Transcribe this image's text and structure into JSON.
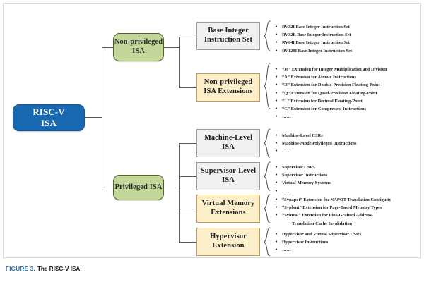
{
  "figure": {
    "number_label": "FIGURE 3.",
    "caption": "The RISC-V ISA."
  },
  "colors": {
    "root_fill": "#1768B0",
    "green_fill": "#C4D79B",
    "green_border": "#4F6228",
    "grey_fill": "#F0F0F0",
    "grey_border": "#9A9A9A",
    "cream_fill": "#FCEFC9",
    "cream_border": "#BF9B55",
    "connector": "#5A5A5A",
    "caption_accent": "#2E6DA4"
  },
  "nodes": {
    "root": {
      "line1": "RISC-V",
      "line2": "ISA"
    },
    "nonprivileged": {
      "line1": "Non-privileged",
      "line2": "ISA"
    },
    "privileged": {
      "line1": "Privileged ISA",
      "line2": ""
    },
    "base_integer": {
      "line1": "Base Integer",
      "line2": "Instruction Set"
    },
    "nonpriv_ext": {
      "line1": "Non-privileged",
      "line2": "ISA Extensions"
    },
    "machine_level": {
      "line1": "Machine-Level",
      "line2": "ISA"
    },
    "supervisor_level": {
      "line1": "Supervisor-Level",
      "line2": "ISA"
    },
    "virtual_memory": {
      "line1": "Virtual Memory",
      "line2": "Extensions"
    },
    "hypervisor": {
      "line1": "Hypervisor",
      "line2": "Extension"
    }
  },
  "lists": {
    "base_integer": [
      {
        "text": "RV32I Base Integer Instruction Set"
      },
      {
        "text": "RV32E Base Integer Instruction Set"
      },
      {
        "text": "RV64I Base Integer Instruction Set"
      },
      {
        "text": "RV128I Base Integer Instruction Set"
      }
    ],
    "nonpriv_ext": [
      {
        "text": "“M”  Extension for Integer Multiplication and Division"
      },
      {
        "text": "“A”  Extension for Atomic Instructions"
      },
      {
        "text": "“D”  Extension for Double-Precision Floating-Point"
      },
      {
        "text": "“Q”  Extension for Quad-Precision Floating-Point"
      },
      {
        "text": "“L”  Extension for Decimal Floating-Point"
      },
      {
        "text": "“C”  Extension for Compressed Instructions"
      },
      {
        "text": "……"
      }
    ],
    "machine_level": [
      {
        "text": "Machine-Level CSRs"
      },
      {
        "text": "Machine-Mode Privileged Instructions"
      },
      {
        "text": "……"
      }
    ],
    "supervisor_level": [
      {
        "text": "Supervisor CSRs"
      },
      {
        "text": "Supervisor Instructions"
      },
      {
        "text": "Virtual-Memory Systems"
      },
      {
        "text": "……"
      }
    ],
    "virtual_memory": [
      {
        "text": "“Svnapot”  Extension for NAPOT Translation Contiguity"
      },
      {
        "text": "“Svpbmt”  Extension for Page-Based Memory Types"
      },
      {
        "text": "“Svinval”  Extension for Fine-Grained Address-",
        "cont": "Translation Cache Invalidation"
      }
    ],
    "hypervisor": [
      {
        "text": "Hypervisor and Virtual Supervisor CSRs"
      },
      {
        "text": "Hypervisor Instructions"
      },
      {
        "text": "……"
      }
    ]
  }
}
